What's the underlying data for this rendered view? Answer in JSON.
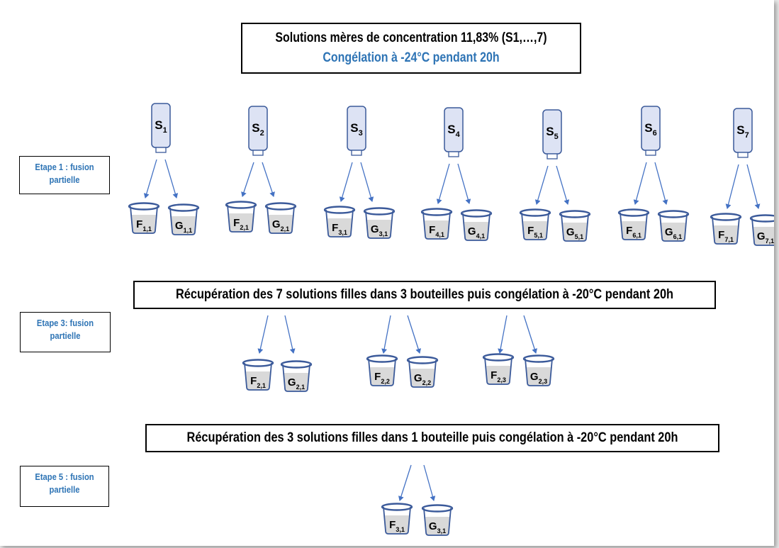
{
  "title": {
    "line1": "Solutions mères de concentration 11,83% (S1,…,7)",
    "line2": "Congélation à -24°C pendant 20h",
    "line2_color": "#2e74b5"
  },
  "steps": [
    {
      "line1": "Etape 1 : fusion",
      "line2": "partielle"
    },
    {
      "line1": "Etape 3: fusion",
      "line2": "partielle"
    },
    {
      "line1": "Etape 5 : fusion",
      "line2": "partielle"
    }
  ],
  "box2": "Récupération des 7 solutions filles dans 3 bouteilles puis congélation à -20°C pendant 20h",
  "box3": "Récupération des 3 solutions filles dans 1 bouteille puis congélation à -20°C pendant 20h",
  "bottles": [
    {
      "letter": "S",
      "sub": "1"
    },
    {
      "letter": "S",
      "sub": "2"
    },
    {
      "letter": "S",
      "sub": "3"
    },
    {
      "letter": "S",
      "sub": "4"
    },
    {
      "letter": "S",
      "sub": "5"
    },
    {
      "letter": "S",
      "sub": "6"
    },
    {
      "letter": "S",
      "sub": "7"
    }
  ],
  "beakers_row1": [
    {
      "letter": "F",
      "sub": "1,1"
    },
    {
      "letter": "G",
      "sub": "1,1"
    },
    {
      "letter": "F",
      "sub": "2,1"
    },
    {
      "letter": "G",
      "sub": "2,1"
    },
    {
      "letter": "F",
      "sub": "3,1"
    },
    {
      "letter": "G",
      "sub": "3,1"
    },
    {
      "letter": "F",
      "sub": "4,1"
    },
    {
      "letter": "G",
      "sub": "4,1"
    },
    {
      "letter": "F",
      "sub": "5,1"
    },
    {
      "letter": "G",
      "sub": "5,1"
    },
    {
      "letter": "F",
      "sub": "6,1"
    },
    {
      "letter": "G",
      "sub": "6,1"
    },
    {
      "letter": "F",
      "sub": "7,1"
    },
    {
      "letter": "G",
      "sub": "7,1"
    }
  ],
  "beakers_row2": [
    {
      "letter": "F",
      "sub": "2,1"
    },
    {
      "letter": "G",
      "sub": "2,1"
    },
    {
      "letter": "F",
      "sub": "2,2"
    },
    {
      "letter": "G",
      "sub": "2,2"
    },
    {
      "letter": "F",
      "sub": "2,3"
    },
    {
      "letter": "G",
      "sub": "2,3"
    }
  ],
  "beakers_row3": [
    {
      "letter": "F",
      "sub": "3,1"
    },
    {
      "letter": "G",
      "sub": "3,1"
    }
  ],
  "colors": {
    "bottle_fill": "#dde3f4",
    "outline": "#3b5a9a",
    "beaker_liquid": "#d9d9d9",
    "arrow": "#4472c4"
  }
}
